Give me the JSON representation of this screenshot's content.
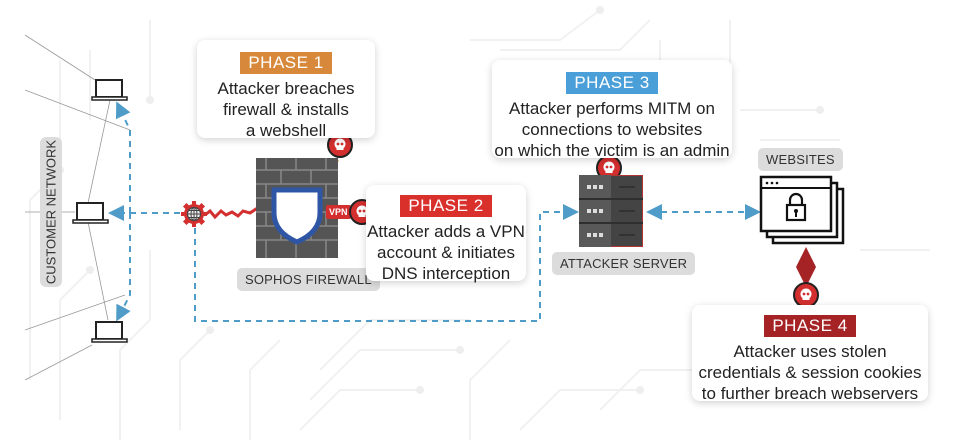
{
  "title": "Sophos firewall attack chain",
  "colors": {
    "phase1": "#d8883a",
    "phase2": "#d9302c",
    "phase3": "#4a9fd8",
    "phase4": "#a52324",
    "connector": "#4f9cc9",
    "attack_red": "#d32f2f"
  },
  "labels": {
    "customer_network": "CUSTOMER NETWORK",
    "sophos_firewall": "SOPHOS FIREWALL",
    "attacker_server": "ATTACKER SERVER",
    "websites": "WEBSITES",
    "vpn_tag": "VPN"
  },
  "phases": [
    {
      "badge": "PHASE 1",
      "lines": [
        "Attacker breaches",
        "firewall & installs",
        "a webshell"
      ]
    },
    {
      "badge": "PHASE 2",
      "lines": [
        "Attacker adds a VPN",
        "account & initiates",
        "DNS interception"
      ]
    },
    {
      "badge": "PHASE 3",
      "lines": [
        "Attacker performs MITM on",
        "connections to websites",
        "on which the victim is an admin"
      ]
    },
    {
      "badge": "PHASE 4",
      "lines": [
        "Attacker uses stolen",
        "credentials & session cookies",
        "to further breach webservers"
      ]
    }
  ],
  "icons": {
    "laptops": [
      "laptop-icon",
      "laptop-icon",
      "laptop-icon"
    ],
    "gear_globe": "dns-gear-globe-icon",
    "firewall": "brick-wall-shield-icon",
    "server": "server-rack-icon",
    "websites": "browser-windows-lock-icon",
    "skull": "skull-icon"
  }
}
